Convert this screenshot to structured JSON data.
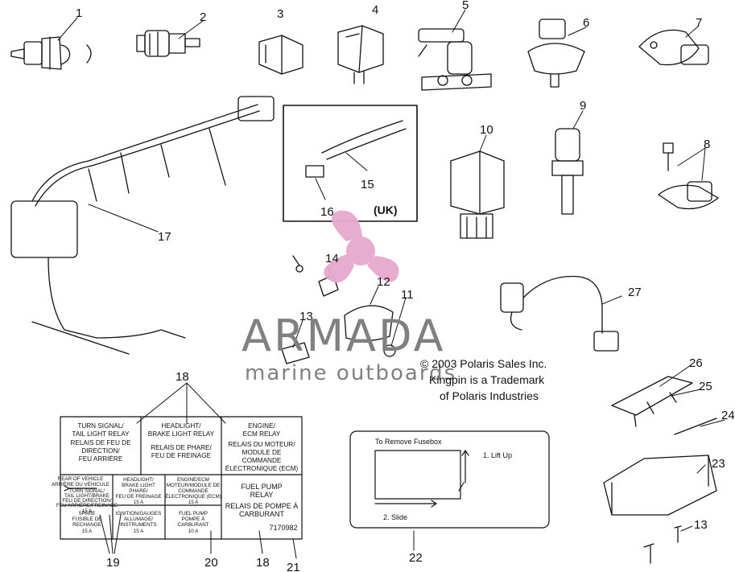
{
  "callouts": [
    "1",
    "2",
    "3",
    "4",
    "5",
    "6",
    "7",
    "8",
    "9",
    "10",
    "15",
    "16",
    "17",
    "14",
    "12",
    "11",
    "27",
    "13",
    "26",
    "25",
    "24",
    "23",
    "13",
    "18",
    "19",
    "20",
    "18",
    "21",
    "22"
  ],
  "uk_label": "(UK)",
  "watermark": {
    "brand": "ARMADA",
    "tagline": "marine outboards"
  },
  "copyright": [
    "© 2003 Polaris Sales Inc.",
    "Kingpin is a Trademark",
    "of Polaris Industries"
  ],
  "fuse_label": {
    "top_left": [
      "TURN SIGNAL/",
      "TAIL LIGHT RELAY",
      "RELAIS DE FEU DE",
      "DIRECTION/",
      "FEU ARRIÈRE"
    ],
    "top_mid_en": [
      "HEADLIGHT/",
      "BRAKE LIGHT RELAY"
    ],
    "top_mid_fr": [
      "RELAIS DE PHARE/",
      "FEU DE FREINAGE"
    ],
    "top_right": [
      "ENGINE/",
      "ECM RELAY",
      "RELAIS DU MOTEUR/",
      "MODULE DE",
      "COMMANDE",
      "ÉLECTRONIQUE (ECM)"
    ],
    "rear_vehicle": [
      "REAR OF VEHICLE",
      "ARRIÈRE DU VÉHICULE"
    ],
    "fuses_row1": [
      {
        "lines": [
          "TURN SIGNAL/",
          "TAIL LIGHT/BRAKE",
          "FEU DE DIRECTION/",
          "FEU ARRIÈRE/FREINAGE"
        ],
        "amp": "15 A"
      },
      {
        "lines": [
          "HEADLIGHT/",
          "BRAKE LIGHT",
          "PHARE/",
          "FEU DE FREINAGE"
        ],
        "amp": "15 A"
      },
      {
        "lines": [
          "ENGINE/ECM",
          "MOTEUR/MODULE DE",
          "COMMANDE",
          "ÉLECTRONIQUE (ECM)"
        ],
        "amp": "15 A"
      }
    ],
    "fuel_pump": [
      "FUEL PUMP",
      "RELAY",
      "RELAIS DE POMPE À",
      "CARBURANT"
    ],
    "fuses_row2": [
      {
        "lines": [
          "SPARE",
          "FUSIBLE DE",
          "RECHANGE"
        ],
        "amp": "15 A"
      },
      {
        "lines": [
          "IGNITION/GAUGES",
          "ALLUMAGE/",
          "INSTRUMENTS"
        ],
        "amp": "15 A"
      },
      {
        "lines": [
          "FUEL PUMP",
          "POMPE À",
          "CARBURANT"
        ],
        "amp": "10 A"
      }
    ],
    "part_number": "7170982"
  },
  "fusebox_instructions": {
    "title": "To Remove Fusebox",
    "step1": "1. Lift Up",
    "step2": "2. Slide"
  },
  "colors": {
    "ink": "#111111",
    "watermark_gray": "#808080",
    "watermark_pink": "#e6a8cc"
  }
}
